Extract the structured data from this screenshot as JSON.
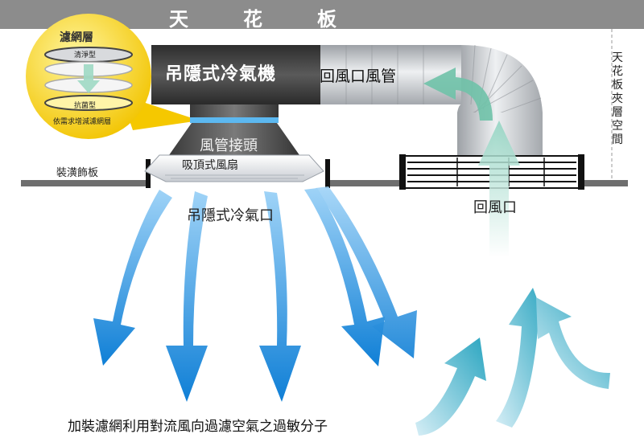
{
  "ceiling": {
    "chars": [
      "天",
      "花",
      "板"
    ]
  },
  "ac_unit": {
    "label": "吊隱式冷氣機"
  },
  "return_duct": {
    "label": "回風口風管"
  },
  "duct_joint": {
    "label": "風管接頭"
  },
  "ceiling_fan": {
    "label": "吸頂式風扇"
  },
  "trim_panel": {
    "label": "裝潢飾板"
  },
  "air_outlet": {
    "label": "吊隱式冷氣口"
  },
  "return_vent": {
    "label": "回風口"
  },
  "interlayer": {
    "label": "天花板夾層空間"
  },
  "filter_callout": {
    "title": "濾網層",
    "top_filter": "清淨型",
    "bottom_filter": "抗菌型",
    "note": "依需求增減濾網層"
  },
  "footer": {
    "note": "加裝濾網利用對流風向過濾空氣之過敏分子"
  },
  "colors": {
    "ceiling_bar": "#8c8c8c",
    "ac_body": "#3a3a3a",
    "duct_silver": "#c9ccd0",
    "callout_yellow": "#f7d21a",
    "outflow_blue": "#1a8fe0",
    "inflow_teal": "#44b3c8"
  }
}
